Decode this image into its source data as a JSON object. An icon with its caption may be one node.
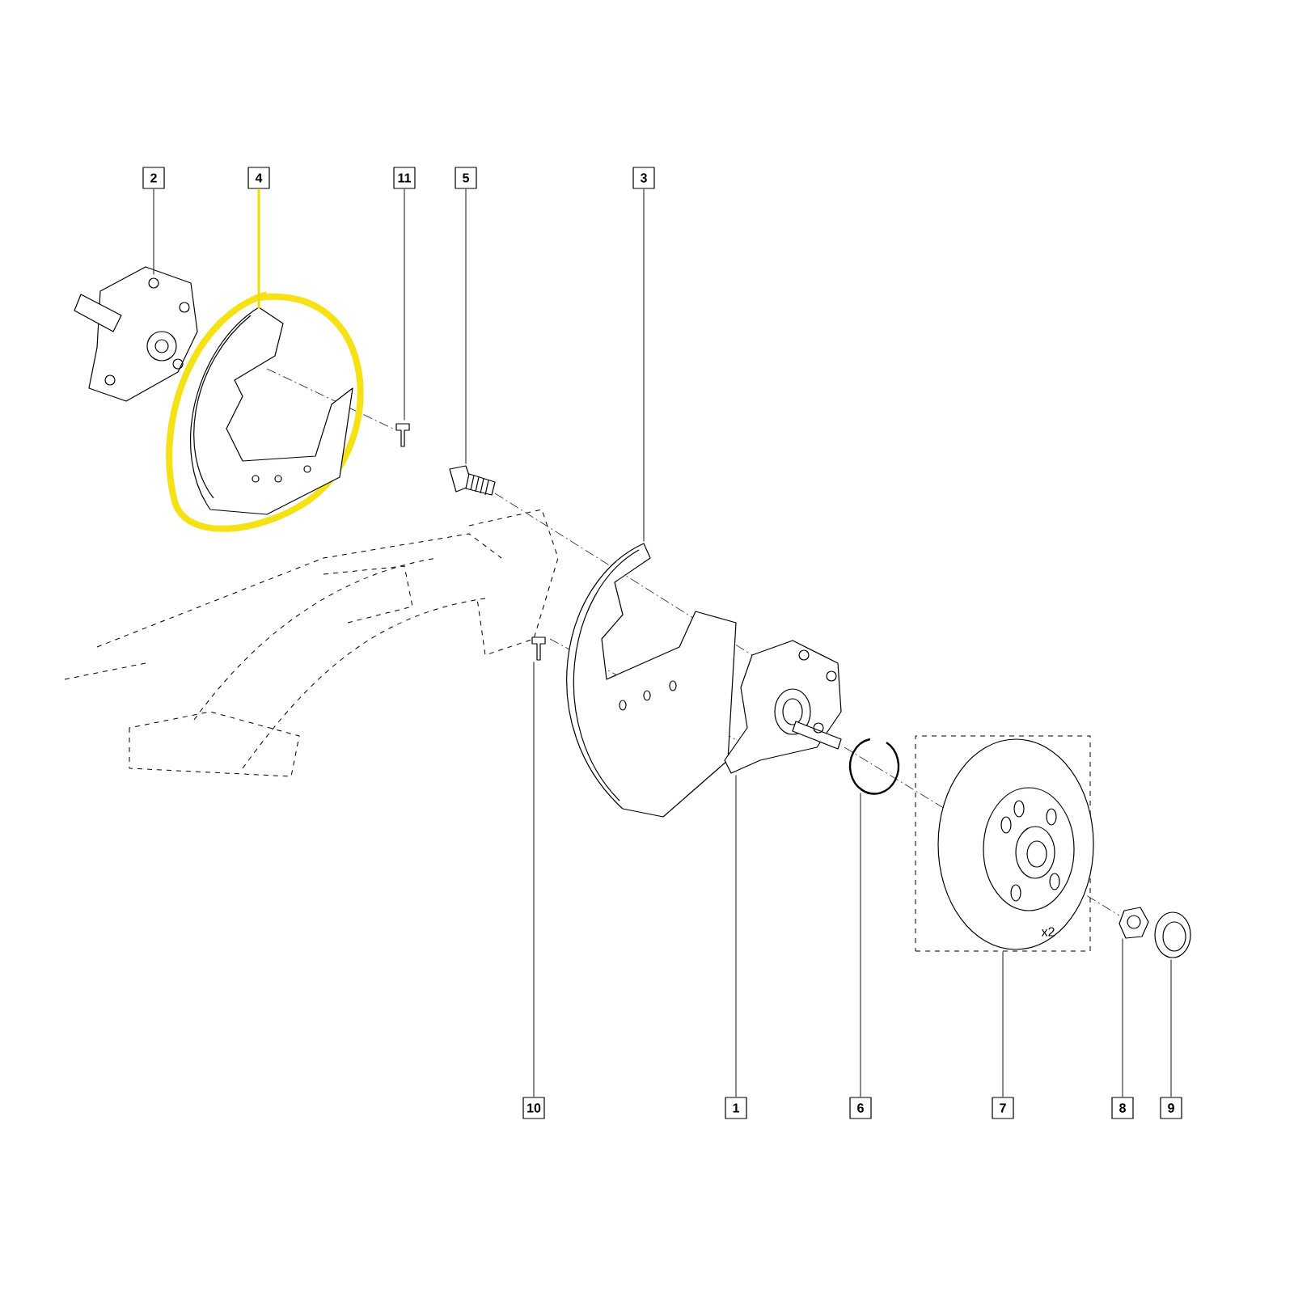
{
  "diagram": {
    "nodes": [
      {
        "text": [
          "2"
        ]
      },
      {
        "text": [
          "4"
        ]
      },
      {
        "text": [
          "11"
        ]
      },
      {
        "text": [
          "5"
        ]
      },
      {
        "text": [
          "3"
        ]
      },
      {
        "text": [
          "10"
        ]
      },
      {
        "text": [
          "1"
        ]
      },
      {
        "text": [
          "6"
        ]
      },
      {
        "text": [
          "7"
        ]
      },
      {
        "text": [
          "8"
        ]
      },
      {
        "text": [
          "9"
        ]
      },
      {
        "text": [],
        "shape": "picture"
      },
      {
        "text": [],
        "shape": "picture"
      },
      {
        "text": [],
        "shape": "picture"
      },
      {
        "text": [],
        "shape": "picture"
      },
      {
        "text": [],
        "shape": "picture"
      },
      {
        "text": [],
        "shape": "picture"
      },
      {
        "text": [],
        "shape": "picture"
      },
      {
        "text": [],
        "shape": "picture"
      },
      {
        "text": [],
        "shape": "box"
      },
      {
        "text": [],
        "shape": "picture"
      },
      {
        "text": [],
        "shape": "picture"
      }
    ],
    "edges": [
      {
        "from": 0,
        "to": 11,
        "arrow": "none"
      },
      {
        "from": 1,
        "to": 12,
        "arrow": "none",
        "color": "#f0dc00"
      },
      {
        "from": 2,
        "to": 13,
        "arrow": "none"
      },
      {
        "from": 3,
        "to": 14,
        "arrow": "none"
      },
      {
        "from": 4,
        "to": 15,
        "arrow": "none"
      },
      {
        "from": 5,
        "to": 16,
        "arrow": "none"
      },
      {
        "from": 6,
        "to": 17,
        "arrow": "none"
      },
      {
        "from": 7,
        "to": 18,
        "arrow": "none"
      },
      {
        "from": 8,
        "to": 19,
        "arrow": "none"
      },
      {
        "from": 9,
        "to": 20,
        "arrow": "none"
      },
      {
        "from": 10,
        "to": 21,
        "arrow": "none"
      }
    ],
    "labels": [
      "x2"
    ]
  }
}
